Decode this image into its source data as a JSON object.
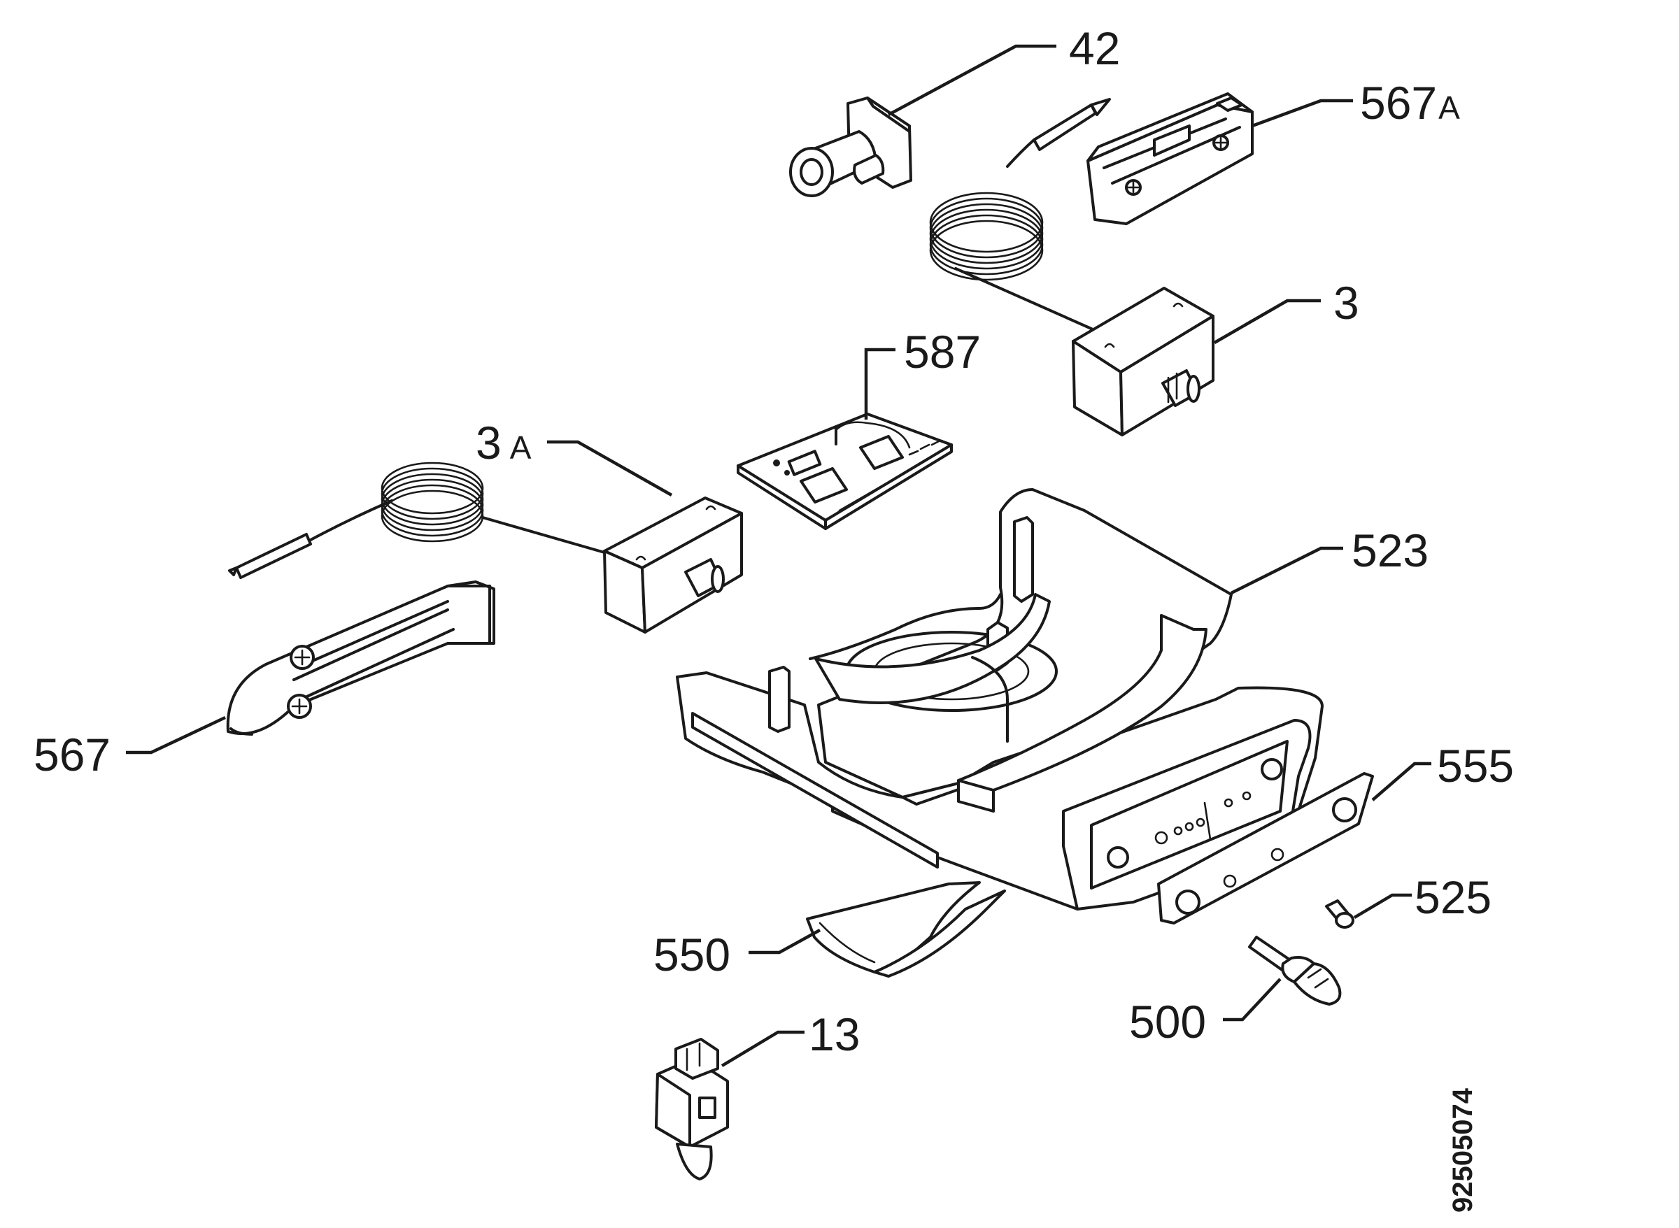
{
  "labels": {
    "p42": "42",
    "p567a_num": "567",
    "p567a_suffix": "A",
    "p3": "3",
    "p587": "587",
    "p3a_num": "3",
    "p3a_suffix": "A",
    "p523": "523",
    "p567": "567",
    "p555": "555",
    "p525": "525",
    "p550": "550",
    "p500": "500",
    "p13": "13"
  },
  "reference_number": "92505074"
}
